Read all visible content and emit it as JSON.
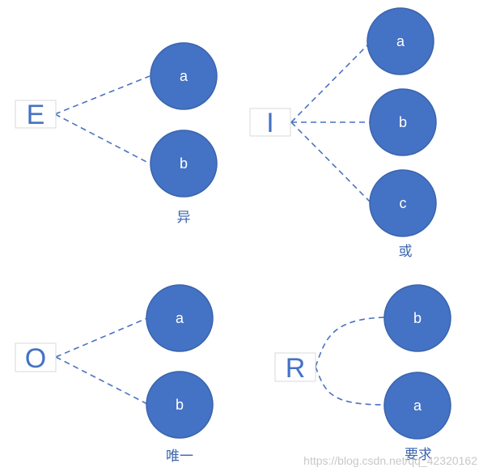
{
  "diagrams": [
    {
      "id": "E",
      "label": "E",
      "caption": "异",
      "nodes": [
        "a",
        "b"
      ]
    },
    {
      "id": "I",
      "label": "I",
      "caption": "或",
      "nodes": [
        "a",
        "b",
        "c"
      ]
    },
    {
      "id": "O",
      "label": "O",
      "caption": "唯一",
      "nodes": [
        "a",
        "b"
      ]
    },
    {
      "id": "R",
      "label": "R",
      "caption": "要求",
      "nodes": [
        "b",
        "a"
      ]
    }
  ],
  "watermark": "https://blog.csdn.net/qq_42320162",
  "colors": {
    "node_fill": "#4472c4",
    "label_text": "#4472c4",
    "node_text": "#ffffff",
    "line": "#4a72bf"
  }
}
